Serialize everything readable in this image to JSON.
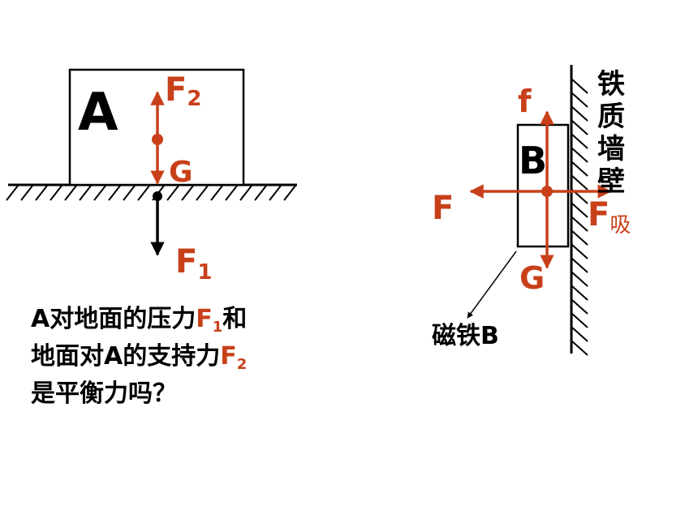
{
  "colors": {
    "force": "#c8401a",
    "ink": "#000000"
  },
  "left_diagram": {
    "block_label": "A",
    "up_force": {
      "name": "F",
      "sub": "2"
    },
    "weight_label": "G",
    "down_force": {
      "name": "F",
      "sub": "1"
    }
  },
  "question": {
    "line1_pre": "A对地面的压力",
    "line1_force": "F",
    "line1_sub": "1",
    "line1_post": "和",
    "line2_pre": "地面对A的支持力",
    "line2_force": "F",
    "line2_sub": "2",
    "line3": "是平衡力吗？"
  },
  "right_diagram": {
    "block_label": "B",
    "friction_label": "f",
    "weight_label": "G",
    "push_label": "F",
    "attract_force": {
      "name": "F",
      "sub": "吸"
    },
    "wall_chars": [
      "铁",
      "质",
      "墙",
      "壁"
    ],
    "magnet_caption": "磁铁B"
  }
}
